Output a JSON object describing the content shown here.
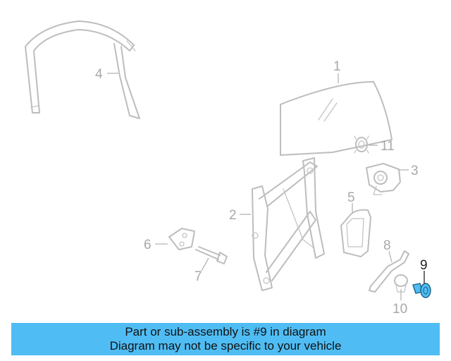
{
  "callouts": {
    "c1": "1",
    "c2": "2",
    "c3": "3",
    "c4": "4",
    "c5": "5",
    "c6": "6",
    "c7": "7",
    "c8": "8",
    "c9": "9",
    "c10": "10",
    "c11": "11"
  },
  "highlight": {
    "part": "9",
    "color": "#4fbdf4"
  },
  "banner": {
    "line1": "Part or sub-assembly is #9 in diagram",
    "line2": "Diagram may not be specific to your vehicle",
    "color": "#4fbdf4"
  }
}
